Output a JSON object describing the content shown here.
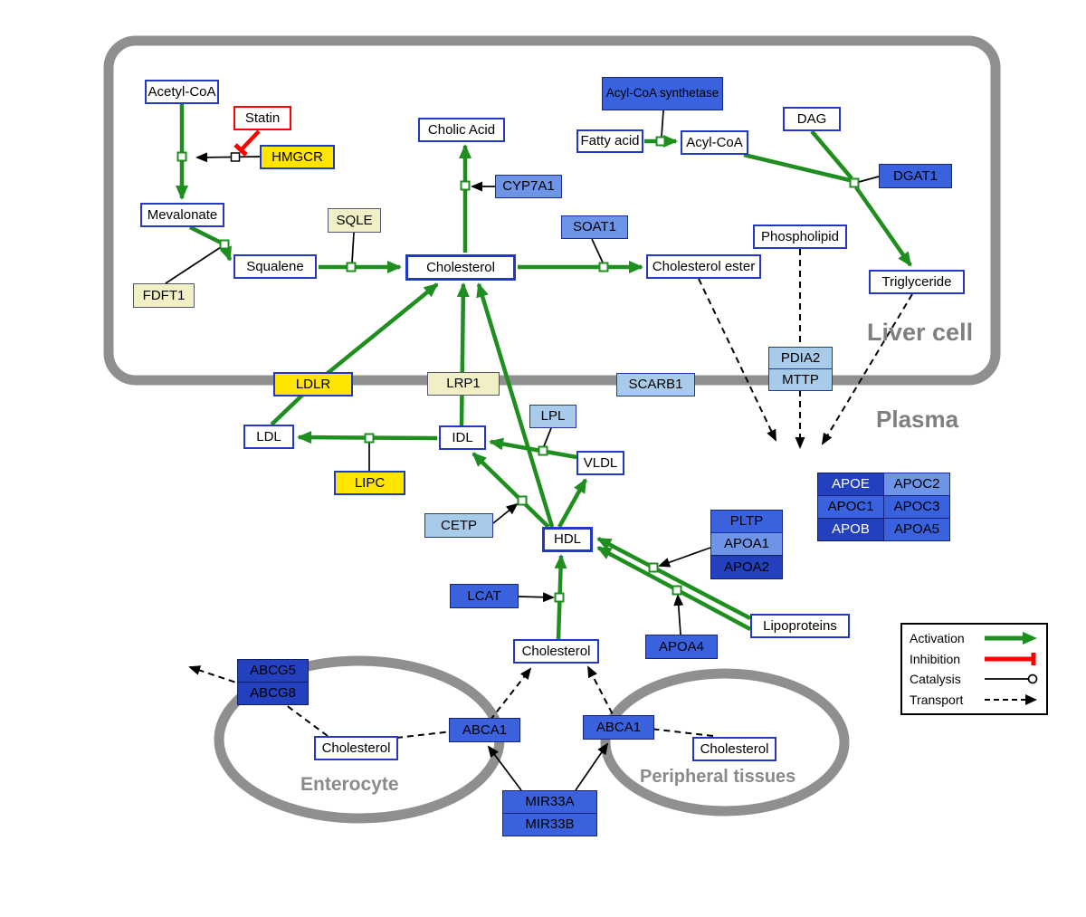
{
  "diagram": {
    "regions": {
      "liver": "Liver cell",
      "plasma": "Plasma",
      "enterocyte": "Enterocyte",
      "peripheral": "Peripheral tissues"
    },
    "legend": {
      "activation": "Activation",
      "inhibition": "Inhibition",
      "catalysis": "Catalysis",
      "transport": "Transport"
    },
    "colors": {
      "activation_green": "#1E8E1E",
      "inhibition_red": "#FF0000",
      "membrane_gray": "#8F8F8F",
      "node_border_blue": "#2438C8",
      "bright_yellow": "#FFE500",
      "pale_yellow": "#F0EFC6",
      "light_blue": "#A9CBEA",
      "medium_blue": "#6E94E8",
      "blue": "#3A62DE",
      "dark_blue": "#2340BE"
    },
    "nodes": {
      "acetyl_coa": {
        "label": "Acetyl-CoA"
      },
      "statin": {
        "label": "Statin"
      },
      "hmgcr": {
        "label": "HMGCR"
      },
      "mevalonate": {
        "label": "Mevalonate"
      },
      "fdft1": {
        "label": "FDFT1"
      },
      "squalene": {
        "label": "Squalene"
      },
      "sqle": {
        "label": "SQLE"
      },
      "cholic_acid": {
        "label": "Cholic Acid"
      },
      "cyp7a1": {
        "label": "CYP7A1"
      },
      "cholesterol_liver": {
        "label": "Cholesterol"
      },
      "soat1": {
        "label": "SOAT1"
      },
      "cholesterol_ester": {
        "label": "Cholesterol ester"
      },
      "acyl_coa_synthetase": {
        "label": "Acyl-CoA synthetase"
      },
      "fatty_acid": {
        "label": "Fatty acid"
      },
      "acyl_coa": {
        "label": "Acyl-CoA"
      },
      "dag": {
        "label": "DAG"
      },
      "dgat1": {
        "label": "DGAT1"
      },
      "phospholipid": {
        "label": "Phospholipid"
      },
      "triglyceride": {
        "label": "Triglyceride"
      },
      "pdia2": {
        "label": "PDIA2"
      },
      "mttp": {
        "label": "MTTP"
      },
      "ldlr": {
        "label": "LDLR"
      },
      "lrp1": {
        "label": "LRP1"
      },
      "scarb1": {
        "label": "SCARB1"
      },
      "ldl": {
        "label": "LDL"
      },
      "idl": {
        "label": "IDL"
      },
      "lpl": {
        "label": "LPL"
      },
      "vldl": {
        "label": "VLDL"
      },
      "lipc": {
        "label": "LIPC"
      },
      "cetp": {
        "label": "CETP"
      },
      "hdl": {
        "label": "HDL"
      },
      "pltp": {
        "label": "PLTP"
      },
      "apoa1": {
        "label": "APOA1"
      },
      "apoa2": {
        "label": "APOA2"
      },
      "apoe": {
        "label": "APOE"
      },
      "apoc2": {
        "label": "APOC2"
      },
      "apoc1": {
        "label": "APOC1"
      },
      "apoc3": {
        "label": "APOC3"
      },
      "apob": {
        "label": "APOB"
      },
      "apoa5": {
        "label": "APOA5"
      },
      "lcat": {
        "label": "LCAT"
      },
      "apoa4": {
        "label": "APOA4"
      },
      "lipoproteins": {
        "label": "Lipoproteins"
      },
      "cholesterol_plasma": {
        "label": "Cholesterol"
      },
      "abcg5": {
        "label": "ABCG5"
      },
      "abcg8": {
        "label": "ABCG8"
      },
      "cholesterol_enterocyte": {
        "label": "Cholesterol"
      },
      "abca1_enterocyte": {
        "label": "ABCA1"
      },
      "abca1_peripheral": {
        "label": "ABCA1"
      },
      "cholesterol_peripheral": {
        "label": "Cholesterol"
      },
      "mir33a": {
        "label": "MIR33A"
      },
      "mir33b": {
        "label": "MIR33B"
      }
    }
  }
}
